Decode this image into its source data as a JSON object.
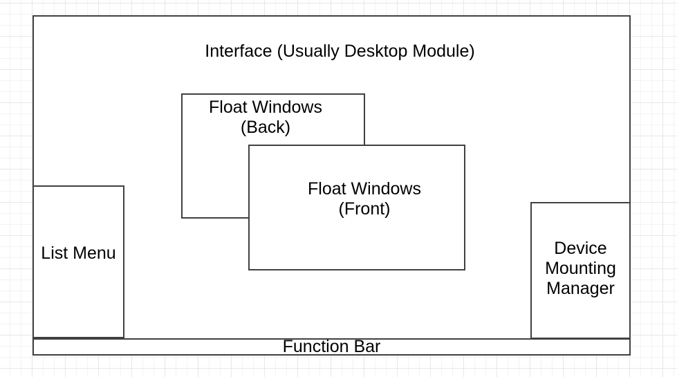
{
  "diagram": {
    "interface_box": {
      "label": "Interface (Usually Desktop Module)"
    },
    "float_back_box": {
      "lines": [
        "Float Windows",
        "(Back)"
      ]
    },
    "float_front_box": {
      "lines": [
        "Float Windows",
        "(Front)"
      ]
    },
    "list_menu_box": {
      "label": "List Menu"
    },
    "device_box": {
      "lines": [
        "Device",
        "Mounting",
        "Manager"
      ]
    },
    "function_bar": {
      "label": "Function Bar"
    },
    "colors": {
      "shape_border": "#404040",
      "shape_fill": "#ffffff",
      "text": "#000000",
      "grid_minor": "#f5f2f2",
      "grid_major": "#e9e6e6",
      "canvas_background": "#ffffff"
    }
  }
}
